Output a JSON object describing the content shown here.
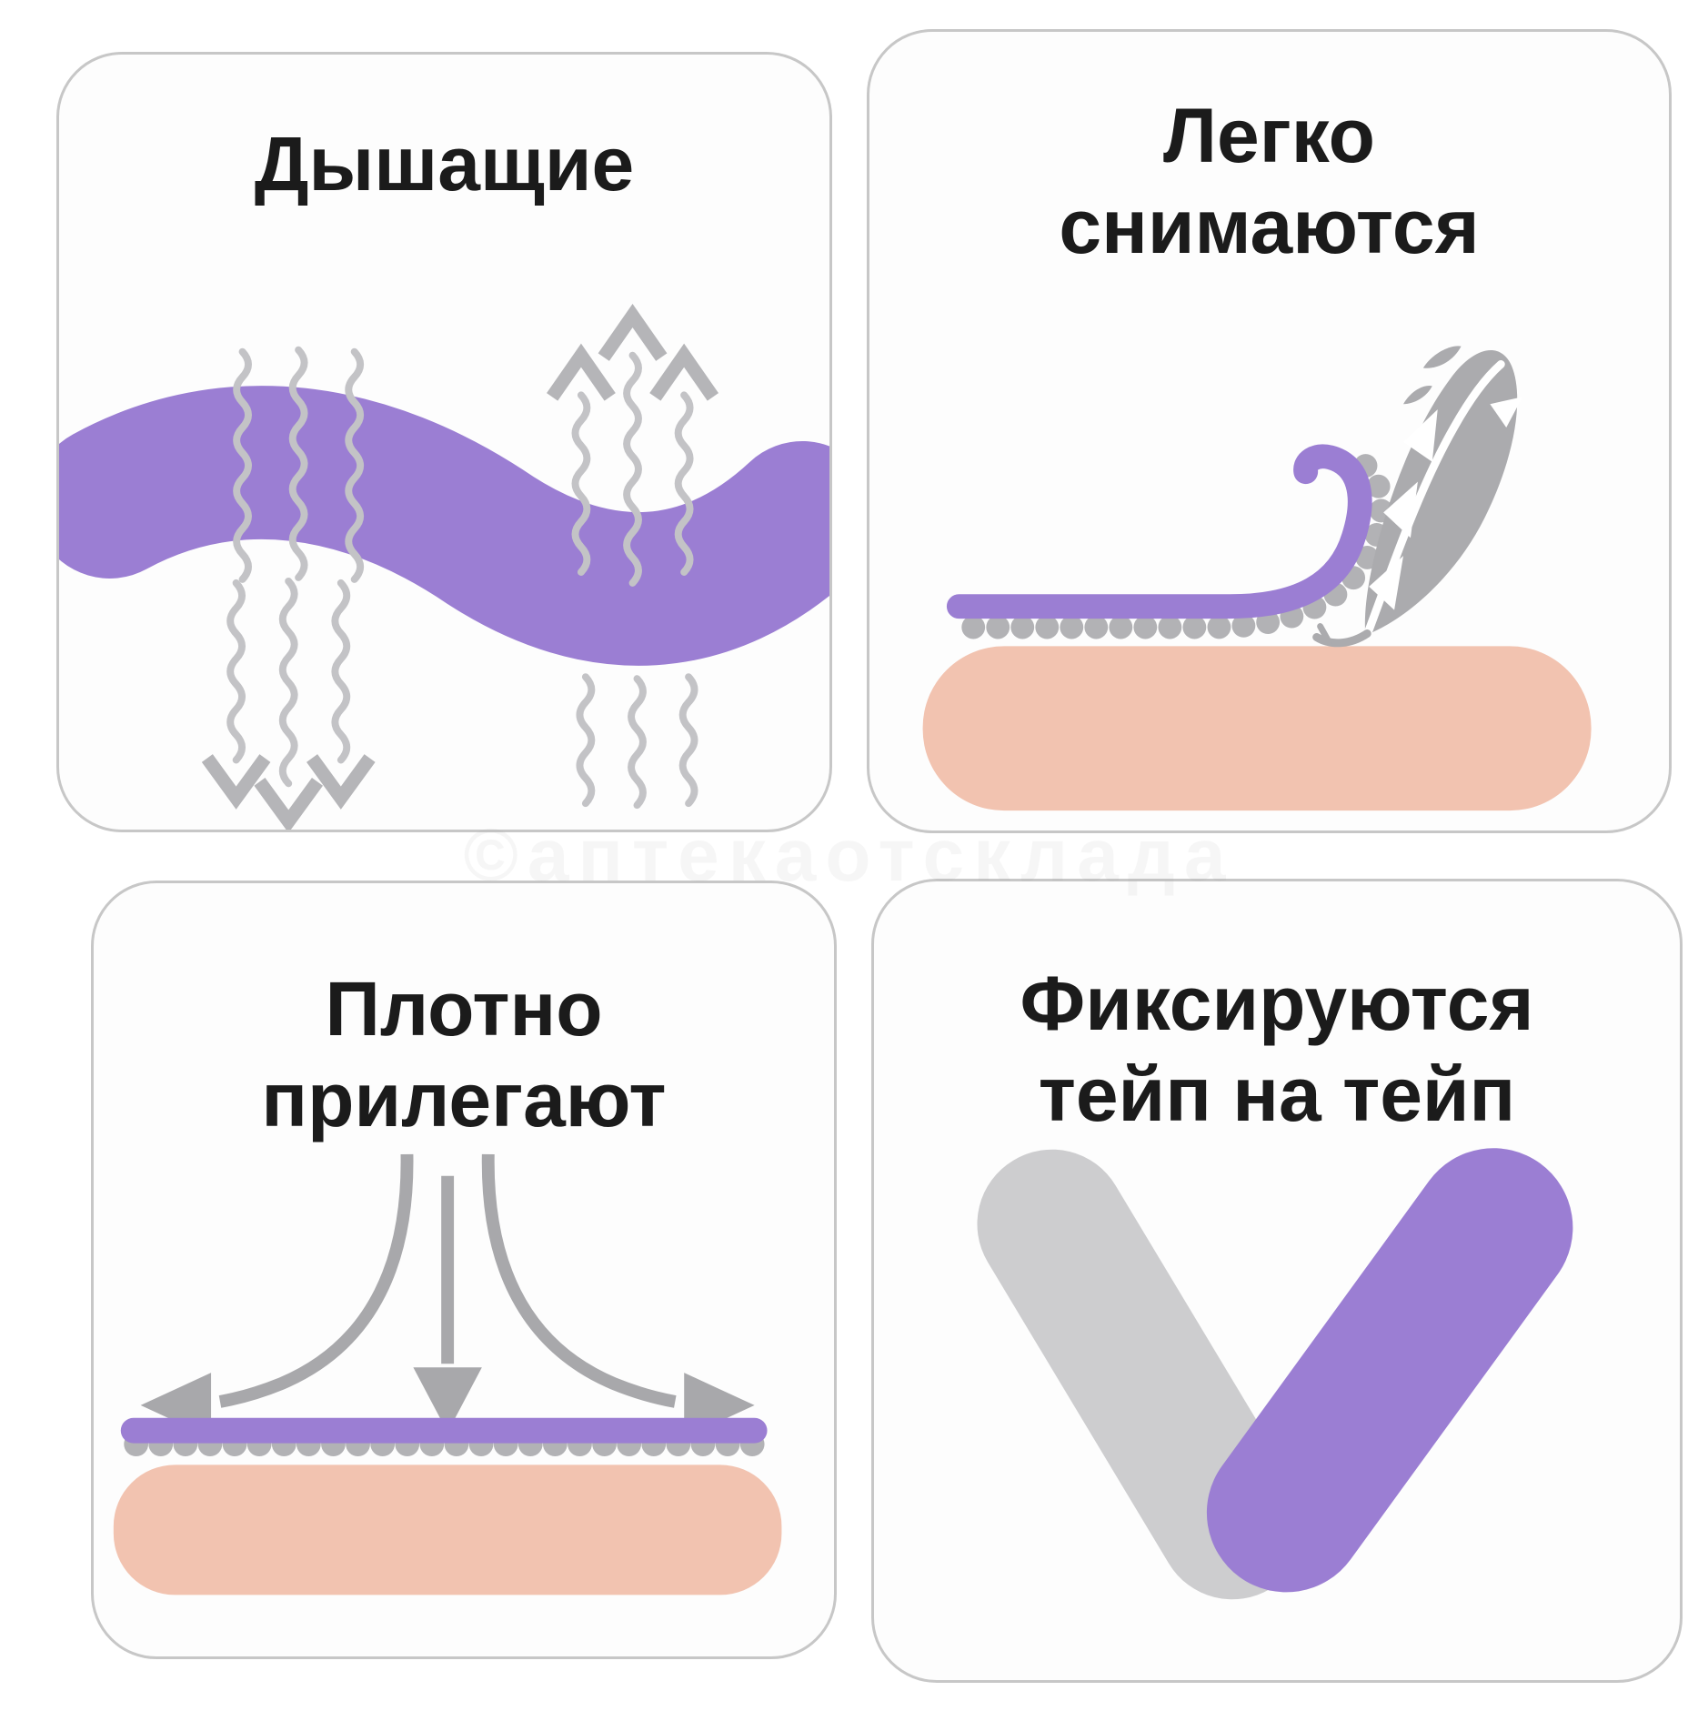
{
  "colors": {
    "purple": "#9b7ed3",
    "peach": "#f2c3b0",
    "line-gray": "#c3c3c6",
    "chevron-gray": "#b5b5b8",
    "arrow-gray": "#a8a8ab",
    "scallop-gray": "#b2b2b5",
    "feather-gray": "#ababae",
    "bar-gray": "#cdcdcf",
    "panel-border": "#c7c7c7",
    "panel-bg": "#fdfdfd",
    "title-text": "#1b1b1b",
    "watermark-gray": "#9a9a9a"
  },
  "watermark": {
    "text": "©аптекаотсклада"
  },
  "panels": [
    {
      "id": "breathable",
      "title_lines": [
        "Дышащие"
      ],
      "icon": "breathable-tape-airflow-icon"
    },
    {
      "id": "easy-removal",
      "title_lines": [
        "Легко",
        "снимаются"
      ],
      "icon": "tape-peel-feather-icon"
    },
    {
      "id": "tight-fit",
      "title_lines": [
        "Плотно",
        "прилегают"
      ],
      "icon": "press-arrows-tape-skin-icon"
    },
    {
      "id": "tape-on-tape",
      "title_lines": [
        "Фиксируются",
        "тейп на тейп"
      ],
      "icon": "tape-on-tape-check-icon"
    }
  ]
}
